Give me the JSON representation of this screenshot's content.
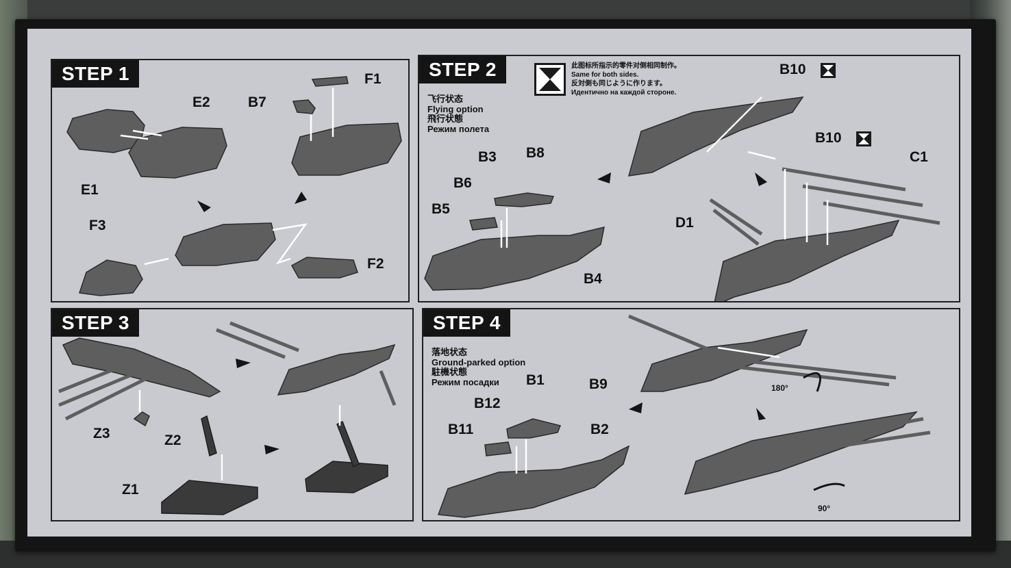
{
  "step1": {
    "title": "STEP 1",
    "parts": {
      "e2": "E2",
      "e1": "E1",
      "f1": "F1",
      "b7": "B7",
      "f3": "F3",
      "f2": "F2"
    }
  },
  "step2": {
    "title": "STEP 2",
    "caption_zh": "飞行状态",
    "caption_en": "Flying option",
    "caption_ja": "飛行状態",
    "caption_ru": "Режим полета",
    "note_zh": "此图标所指示的零件对侧相同制作。",
    "note_en": "Same for both sides.",
    "note_ja": "反対側も同じように作ります。",
    "note_ru": "Идентично на каждой стороне.",
    "parts": {
      "b10a": "B10",
      "b10b": "B10",
      "b3": "B3",
      "b8": "B8",
      "b6": "B6",
      "b5": "B5",
      "b4": "B4",
      "c1": "C1",
      "d1": "D1"
    }
  },
  "step3": {
    "title": "STEP 3",
    "parts": {
      "z3": "Z3",
      "z2": "Z2",
      "z1": "Z1"
    }
  },
  "step4": {
    "title": "STEP 4",
    "caption_zh": "落地状态",
    "caption_en": "Ground-parked option",
    "caption_ja": "駐機状態",
    "caption_ru": "Режим посадки",
    "parts": {
      "b1": "B1",
      "b9": "B9",
      "b12": "B12",
      "b11": "B11",
      "b2": "B2"
    },
    "angle_1": "180°",
    "angle_2": "90°"
  },
  "colors": {
    "sheet": "#c9cbd0",
    "ink": "#141414",
    "part_gray": "#5c5c5c"
  }
}
